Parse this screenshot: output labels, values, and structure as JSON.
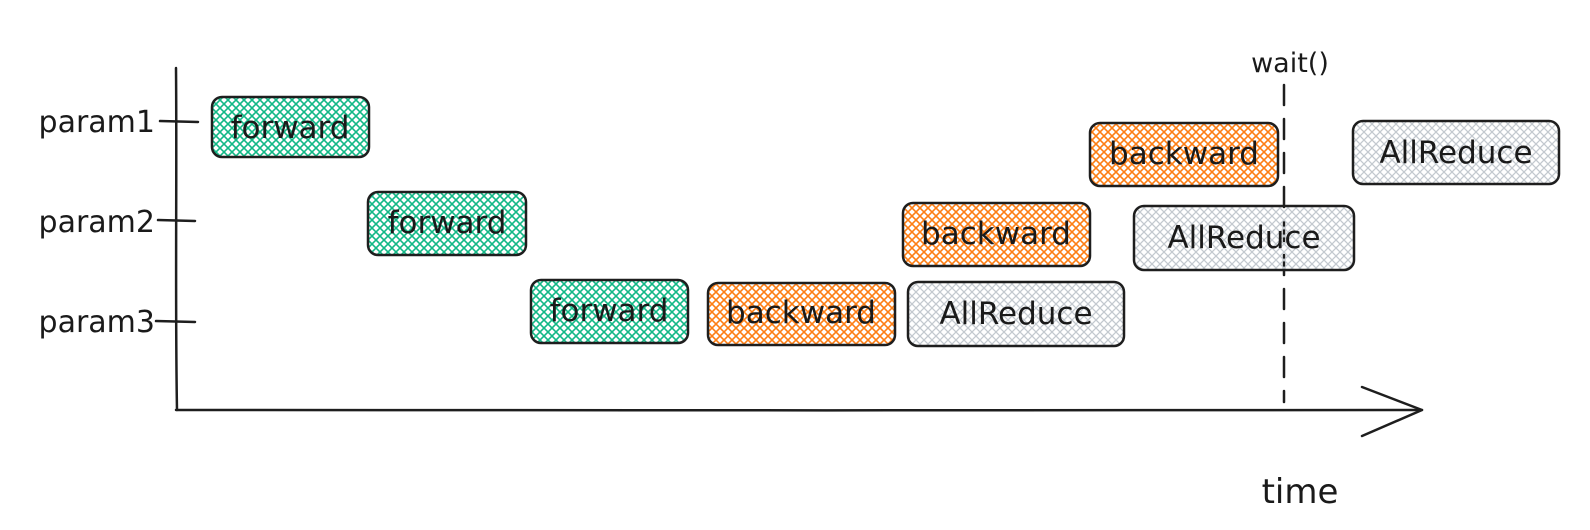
{
  "diagram": {
    "axis": {
      "time_label": "time"
    },
    "rows": [
      {
        "id": "param1",
        "label": "param1"
      },
      {
        "id": "param2",
        "label": "param2"
      },
      {
        "id": "param3",
        "label": "param3"
      }
    ],
    "marker": {
      "label": "wait()"
    },
    "blocks": [
      {
        "row": "param1",
        "label": "forward",
        "kind": "forward"
      },
      {
        "row": "param2",
        "label": "forward",
        "kind": "forward"
      },
      {
        "row": "param3",
        "label": "forward",
        "kind": "forward"
      },
      {
        "row": "param3",
        "label": "backward",
        "kind": "backward"
      },
      {
        "row": "param3",
        "label": "AllReduce",
        "kind": "allreduce"
      },
      {
        "row": "param2",
        "label": "backward",
        "kind": "backward"
      },
      {
        "row": "param2",
        "label": "AllReduce",
        "kind": "allreduce"
      },
      {
        "row": "param1",
        "label": "backward",
        "kind": "backward"
      },
      {
        "row": "param1",
        "label": "AllReduce",
        "kind": "allreduce"
      }
    ],
    "colors": {
      "forward": "#12b886",
      "backward": "#fd7e14",
      "allreduce": "#ced4da",
      "stroke": "#1e1e1e"
    }
  }
}
